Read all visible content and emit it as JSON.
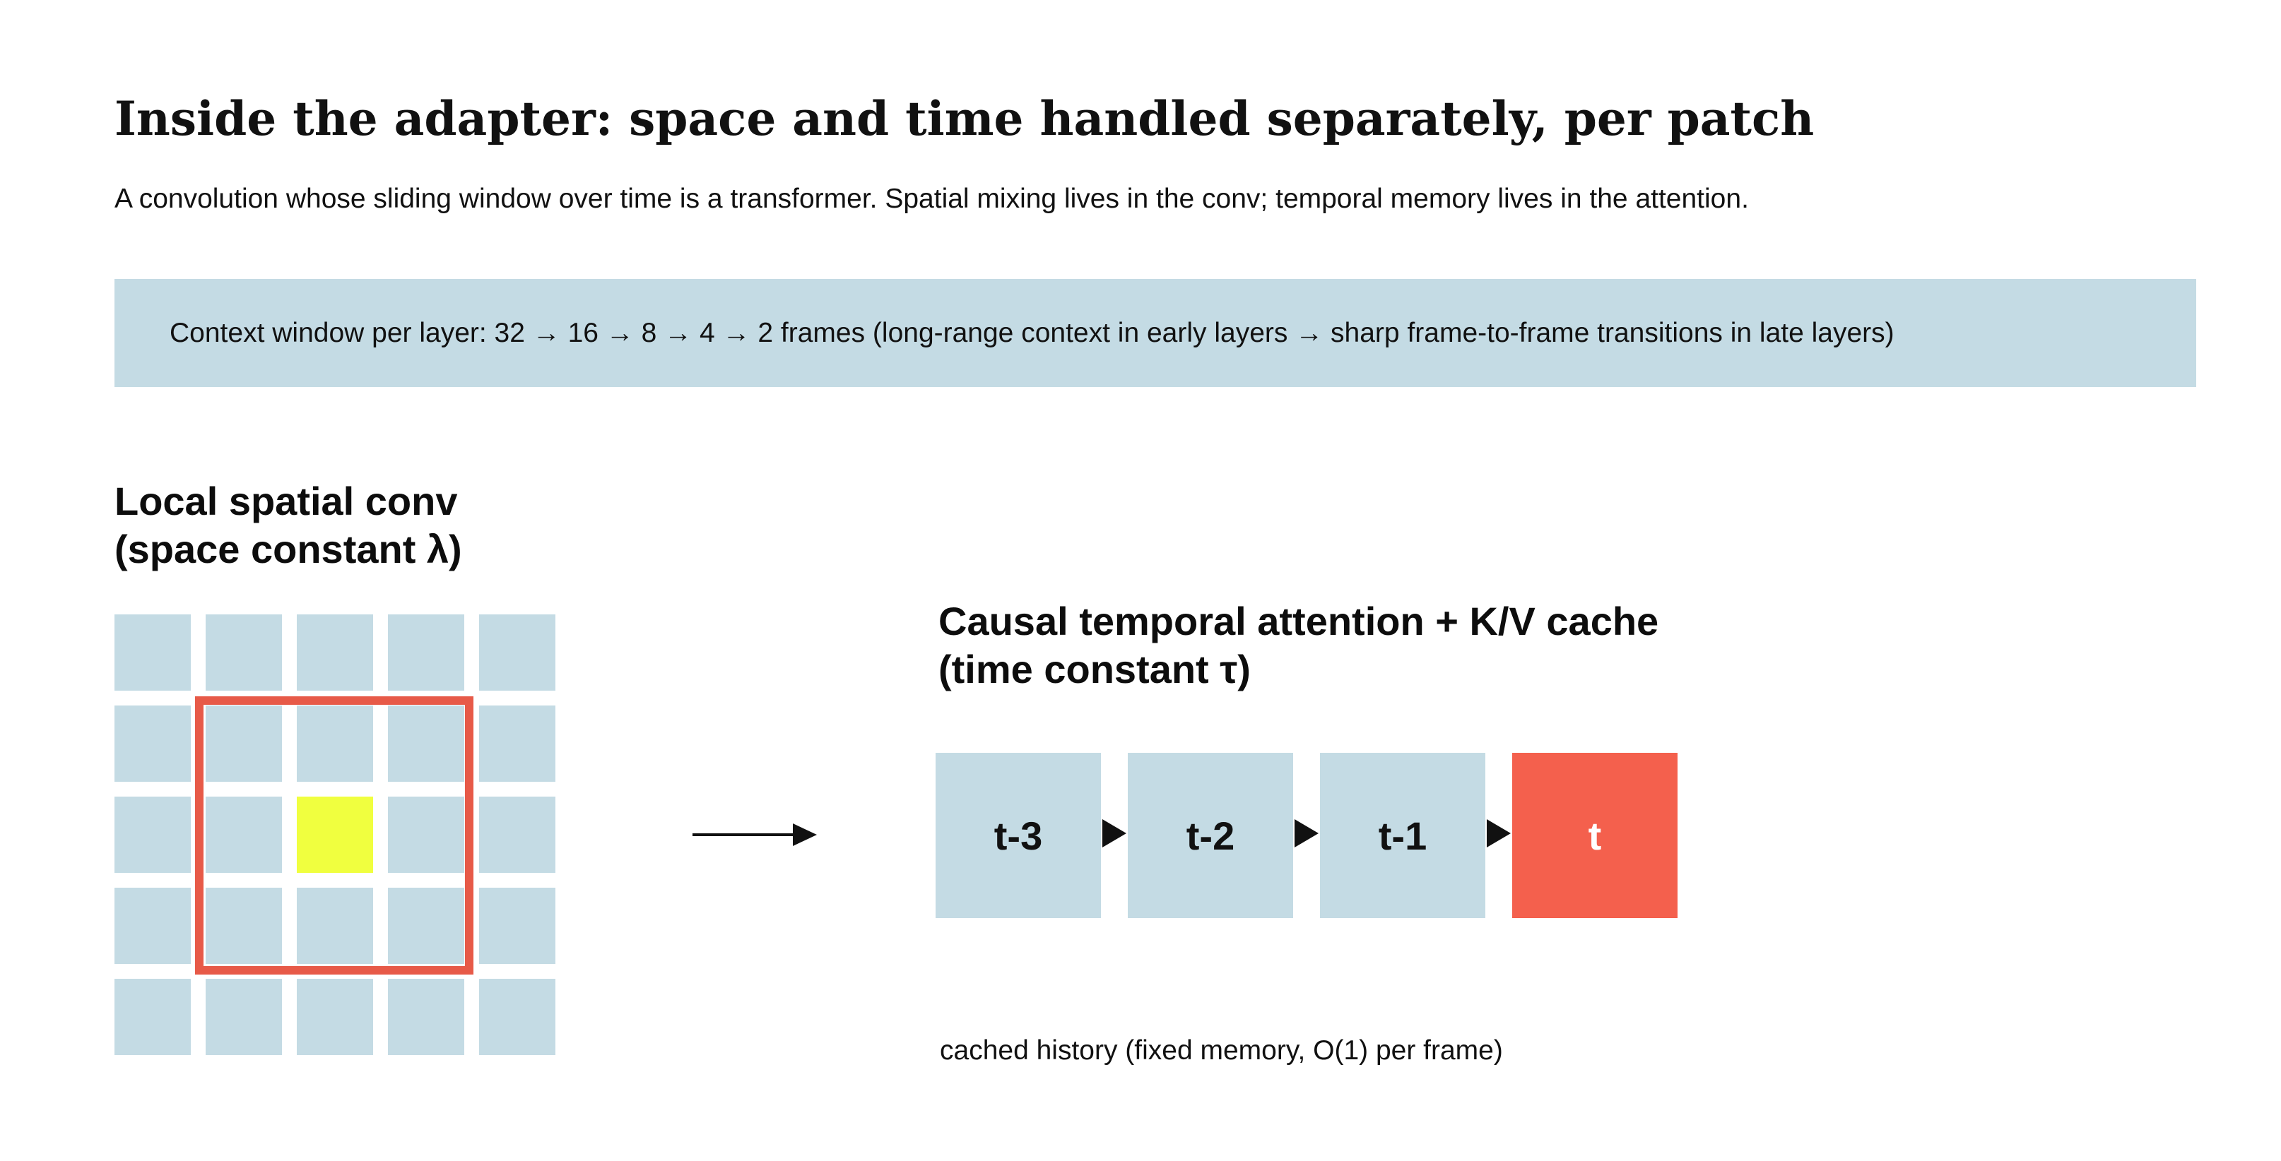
{
  "header": {
    "title": "Inside the adapter: space and time handled separately, per patch",
    "subtitle": "A convolution whose sliding window over time is a transformer. Spatial mixing lives in the conv; temporal memory lives in the attention."
  },
  "banner": {
    "text": "Context window per layer: 32 → 16 → 8 → 4 → 2 frames (long-range context in early layers → sharp frame-to-frame transitions in late layers)"
  },
  "spatial": {
    "heading_line1": "Local spatial conv",
    "heading_line2": "(space constant λ)",
    "grid_rows": 5,
    "grid_cols": 5,
    "kernel_size": 3
  },
  "temporal": {
    "heading_line1": "Causal temporal attention + K/V cache",
    "heading_line2": "(time constant τ)",
    "frames": [
      "t-3",
      "t-2",
      "t-1",
      "t"
    ],
    "caption": "cached history (fixed memory, O(1) per frame)"
  },
  "colors": {
    "cell": "#c4dbe4",
    "center_cell": "#f0ff3f",
    "kernel_border": "#e75a48",
    "current_frame": "#f4604d",
    "banner_bg": "#c4dbe4"
  }
}
